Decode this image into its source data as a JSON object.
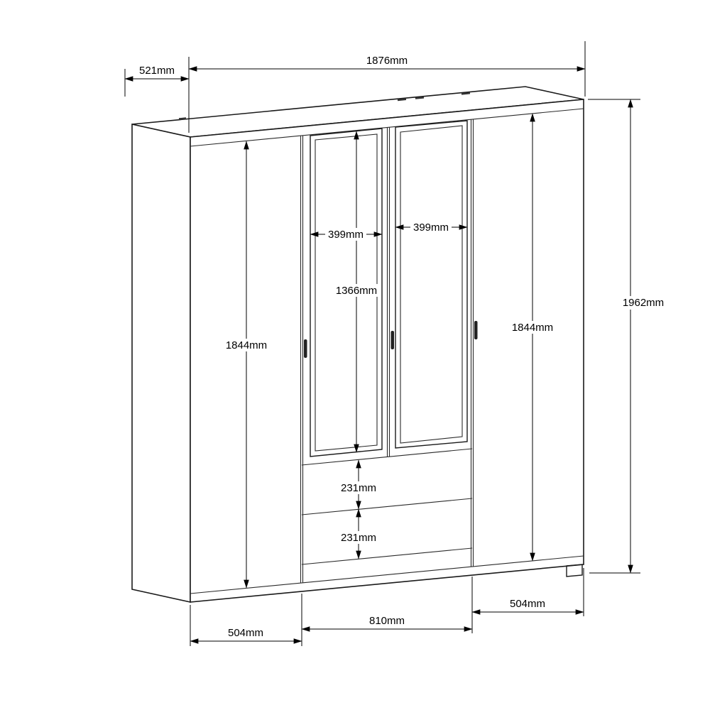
{
  "diagram": {
    "subject": "four-door mirrored wardrobe with two drawers - dimension drawing"
  },
  "dims": {
    "overall_width": "1876mm",
    "depth": "521mm",
    "overall_height": "1962mm",
    "left_door_height": "1844mm",
    "right_door_height": "1844mm",
    "left_mirror_width": "399mm",
    "right_mirror_width": "399mm",
    "mirror_height": "1366mm",
    "upper_drawer_height": "231mm",
    "lower_drawer_height": "231mm",
    "base_left_section_width": "504mm",
    "base_center_section_width": "810mm",
    "base_right_section_width": "504mm"
  }
}
